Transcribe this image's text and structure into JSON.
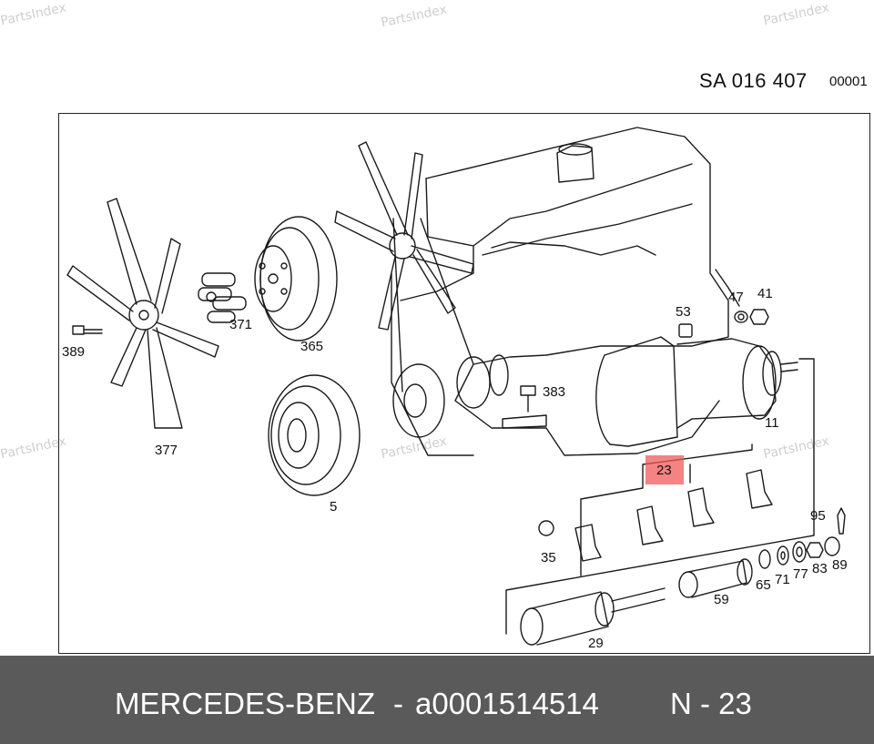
{
  "watermark": "PartsIndex",
  "header": {
    "code": "SA 016 407",
    "sheet": "00001"
  },
  "labels": {
    "l377": "377",
    "l389": "389",
    "l371": "371",
    "l365": "365",
    "l5": "5",
    "l383": "383",
    "l53": "53",
    "l47": "47",
    "l41": "41",
    "l11": "11",
    "l23": "23",
    "l95": "95",
    "l35": "35",
    "l65": "65",
    "l71": "71",
    "l77": "77",
    "l83": "83",
    "l89": "89",
    "l59": "59",
    "l29": "29"
  },
  "footer": {
    "brand": "MERCEDES-BENZ",
    "separator": "-",
    "part_number": "a0001514514",
    "position": "N - 23"
  },
  "colors": {
    "footer_bg": "#5a5a5a",
    "highlight": "#f05a5a",
    "line": "#1a1a1a"
  }
}
